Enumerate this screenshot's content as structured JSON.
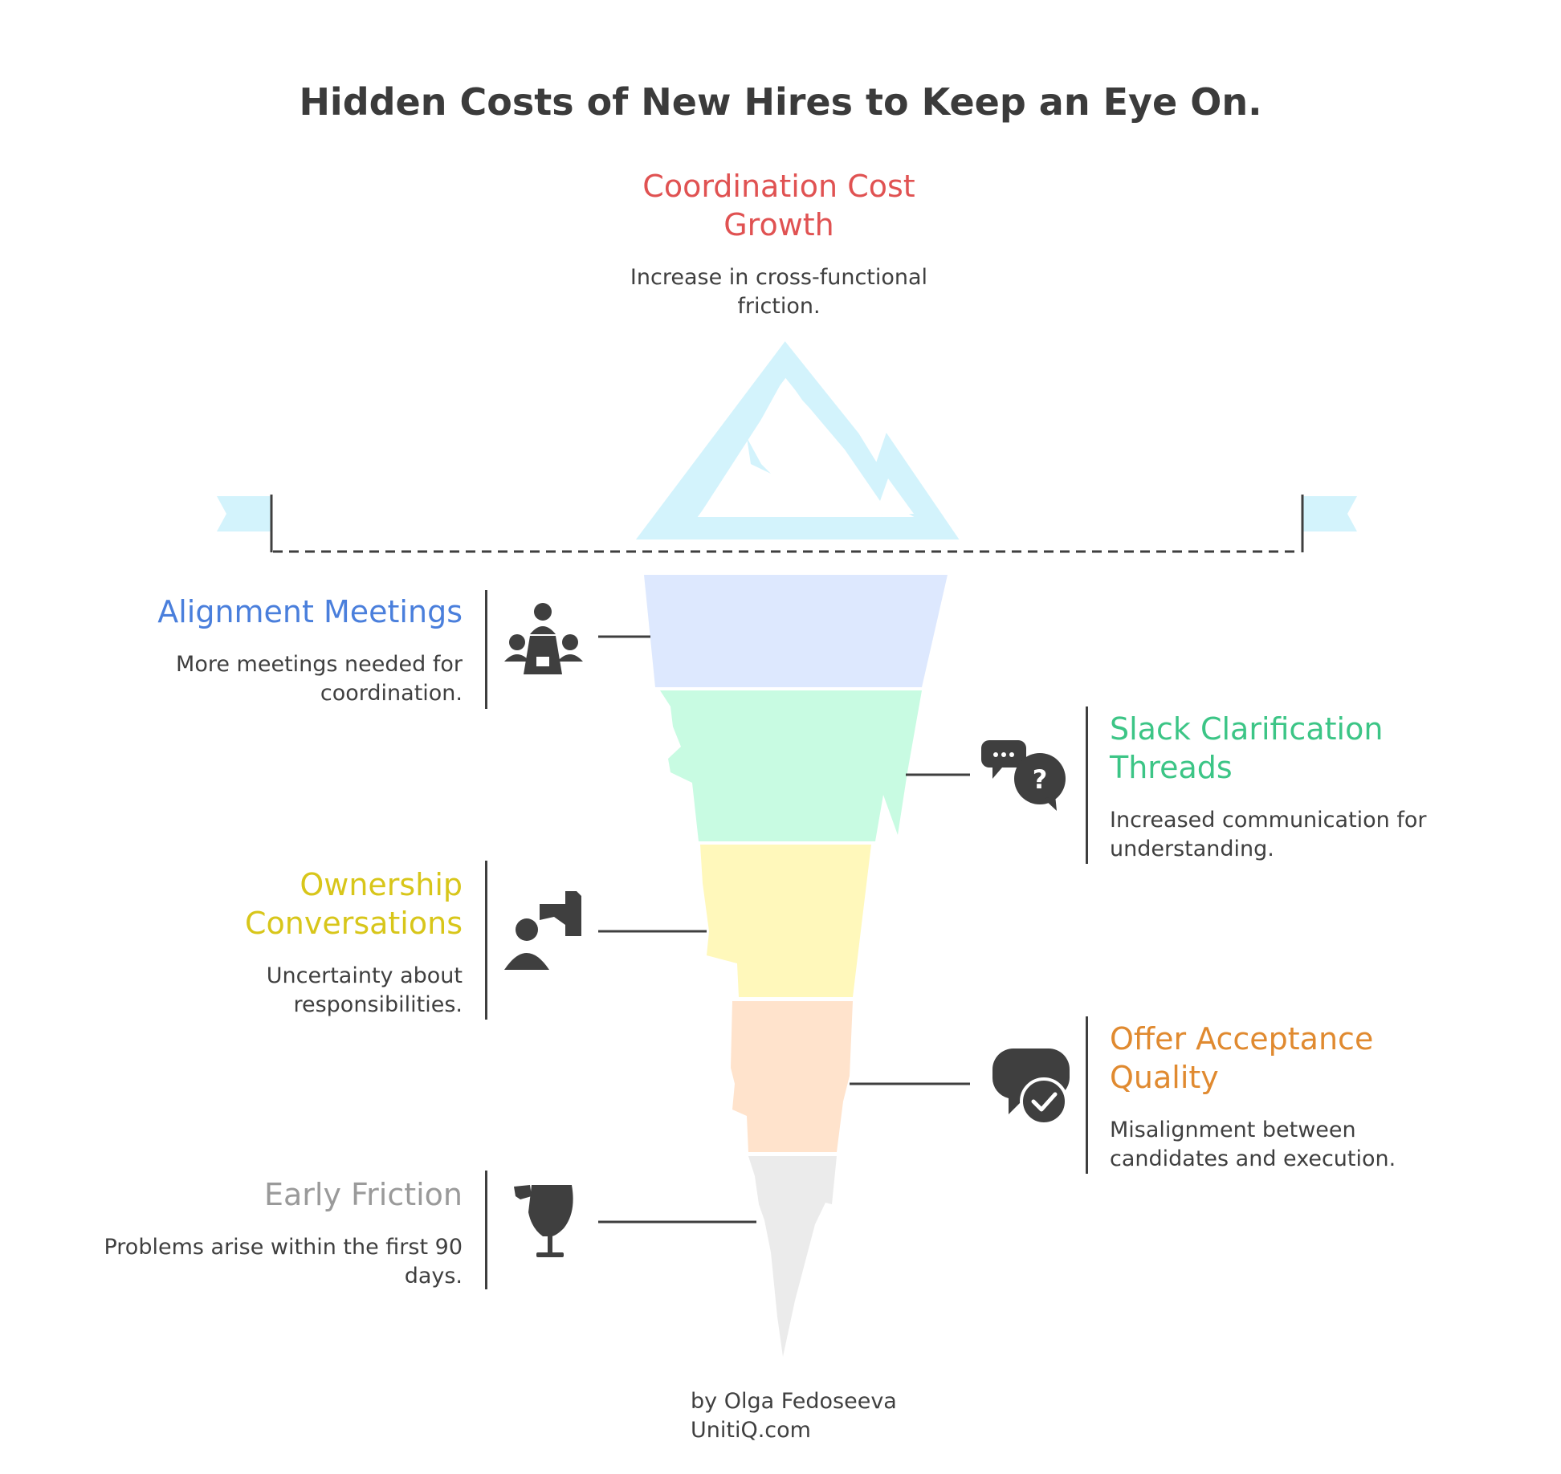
{
  "title": "Hidden Costs of New Hires to Keep an Eye On.",
  "colors": {
    "top": "#e05252",
    "alignment": "#4a7fdc",
    "slack": "#3cc586",
    "ownership": "#d8c61a",
    "offer": "#e08a30",
    "early": "#9a9a9a",
    "ice_outline": "#d3f3fc",
    "band_alignment": "#dde8fe",
    "band_slack": "#c8fbe2",
    "band_ownership": "#fff8bb",
    "band_offer": "#ffe3cc",
    "band_early": "#ebebeb"
  },
  "top": {
    "heading": "Coordination Cost Growth",
    "description": "Increase in cross-functional friction."
  },
  "items": [
    {
      "heading": "Alignment Meetings",
      "description": "More meetings needed for coordination.",
      "icon": "meeting-table-icon"
    },
    {
      "heading": "Slack Clarification Threads",
      "description": "Increased communication for understanding.",
      "icon": "chat-question-icon"
    },
    {
      "heading": "Ownership Conversations",
      "description": "Uncertainty about responsibilities.",
      "icon": "person-handoff-icon"
    },
    {
      "heading": "Offer Acceptance Quality",
      "description": "Misalignment between candidates and execution.",
      "icon": "chat-check-icon"
    },
    {
      "heading": "Early Friction",
      "description": "Problems arise within the first 90 days.",
      "icon": "broken-glass-icon"
    }
  ],
  "credit": {
    "line1": "by Olga Fedoseeva",
    "line2": "UnitiQ.com"
  }
}
